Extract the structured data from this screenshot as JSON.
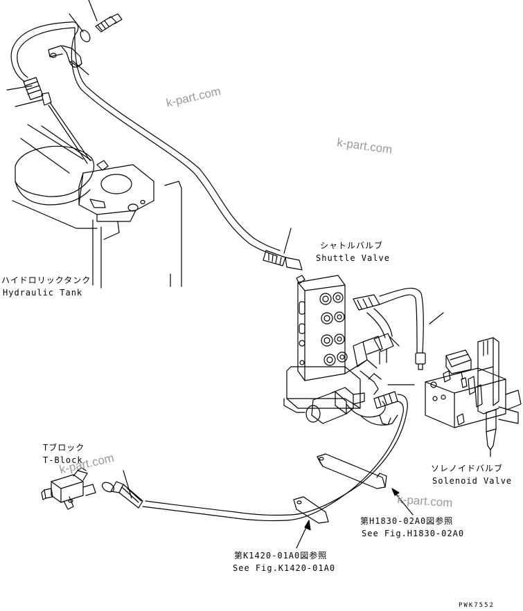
{
  "labels": {
    "shuttle_valve": {
      "jp": "シャトルバルブ",
      "en": "Shuttle Valve"
    },
    "hydraulic_tank": {
      "jp": "ハイドロリックタンク",
      "en": "Hydraulic Tank"
    },
    "t_block": {
      "jp": "Tブロック",
      "en": "T-Block"
    },
    "solenoid_valve": {
      "jp": "ソレノイドバルブ",
      "en": "Solenoid Valve"
    },
    "ref_h1830": {
      "jp": "第H1830-02A0図参照",
      "en": "See Fig.H1830-02A0"
    },
    "ref_k1420": {
      "jp": "第K1420-01A0図参照",
      "en": "See Fig.K1420-01A0"
    }
  },
  "watermarks": [
    "k-part.com",
    "k-part.com",
    "k-part.com",
    "k-part.com"
  ],
  "drawing_code": "PWK7552",
  "colors": {
    "line": "#000000",
    "watermark": "#9a9a9a",
    "background": "#ffffff"
  }
}
